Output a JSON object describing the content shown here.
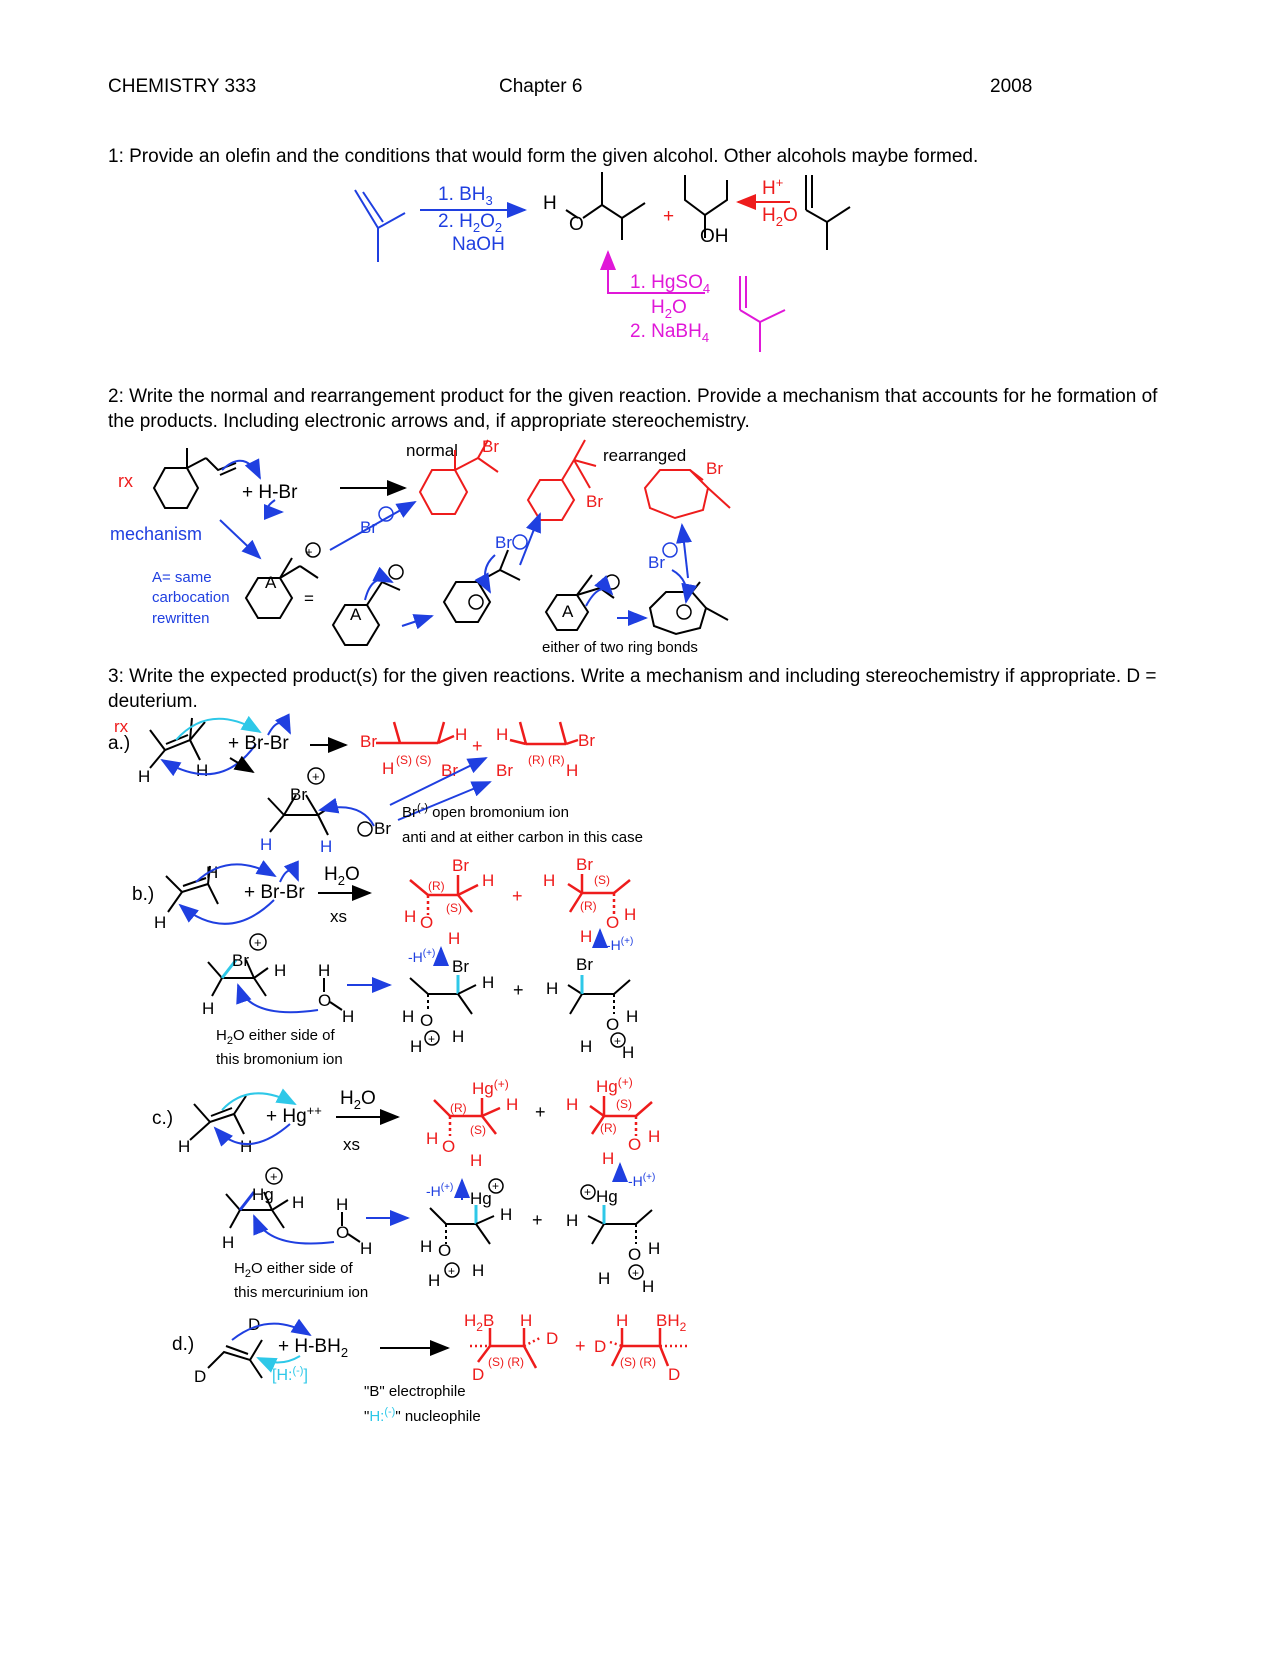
{
  "header": {
    "left": "CHEMISTRY 333",
    "center": "Chapter 6",
    "right": "2008"
  },
  "colors": {
    "blue": "#1f3fe0",
    "red": "#ee1c1c",
    "magenta": "#e018d8",
    "cyan": "#2ec8e8",
    "black": "#000000"
  },
  "q1": {
    "prompt": "1: Provide an olefin and the conditions that would form the given alcohol.  Other alcohols maybe formed.",
    "hydroboration": {
      "step1": "1. BH",
      "step1_sub": "3",
      "step2": "2. H",
      "step2_sub": "2",
      "step2_b": "O",
      "step2_sub2": "2",
      "step3": "NaOH"
    },
    "product_H": "H",
    "product_O": "O",
    "plus": "+",
    "acid": {
      "h": "H",
      "h_sup": "+",
      "water": "H",
      "water_sub": "2",
      "water_o": "O"
    },
    "oh": "OH",
    "oxymerc": {
      "step1": "1. HgSO",
      "step1_sub": "4",
      "water": "H",
      "water_sub": "2",
      "water_o": "O",
      "step2": "2. NaBH",
      "step2_sub": "4"
    }
  },
  "q2": {
    "prompt": "2: Write the normal and rearrangement product for the given reaction. Provide a mechanism that accounts for he formation of the products.  Including electronic arrows and, if appropriate stereochemistry.",
    "rx": "rx",
    "reagent": "+ H-Br",
    "normal": "normal",
    "rearranged": "rearranged",
    "br": "Br",
    "mechanism": "mechanism",
    "note": [
      "A= same",
      "carbocation",
      "rewritten"
    ],
    "a": "A",
    "equals": "=",
    "either": "either of two ring bonds"
  },
  "q3": {
    "prompt": "3: Write the expected product(s) for the given reactions.   Write a mechanism and including stereochemistry if appropriate. D = deuterium.",
    "rx": "rx",
    "a": {
      "label": "a.)",
      "reagent": "+  Br-Br",
      "br": "Br",
      "h": "H",
      "s": "(S) (S)",
      "r": "(R) (R)",
      "note1": "Br",
      "note1_sup": "(-)",
      "note1_rest": " open bromonium ion",
      "note2": "anti and at either carbon in this case"
    },
    "b": {
      "label": "b.)",
      "reagent": "+  Br-Br",
      "water": "H",
      "water_sub": "2",
      "water_o": "O",
      "xs": "xs",
      "r": "(R)",
      "s": "(S)",
      "minus_h": "-H",
      "minus_h_sup": "(+)",
      "note1": "H",
      "note1_sub": "2",
      "note1_rest": "O either side of",
      "note2": "this bromonium ion"
    },
    "c": {
      "label": "c.)",
      "reagent": "+ Hg",
      "reagent_sup": "++",
      "water": "H",
      "water_sub": "2",
      "water_o": "O",
      "xs": "xs",
      "hg": "Hg",
      "hg_sup": "(+)",
      "note1": "H",
      "note1_sub": "2",
      "note1_rest": "O either side of",
      "note2": "this mercurinium ion"
    },
    "d": {
      "label": "d.)",
      "reagent": "+  H-BH",
      "reagent_sub": "2",
      "hydride": "[H:",
      "hydride_sup": "(-)",
      "hydride_end": "]",
      "h2b": "H",
      "h2b_sub": "2",
      "h2b_b": "B",
      "bh2": "BH",
      "bh2_sub": "2",
      "d": "D",
      "sr": "(S) (R)",
      "note1": "\"B\" electrophile",
      "note2_q": "\"",
      "note2_h": "H:",
      "note2_sup": "(-)",
      "note2_rest": "\" nucleophile"
    }
  }
}
